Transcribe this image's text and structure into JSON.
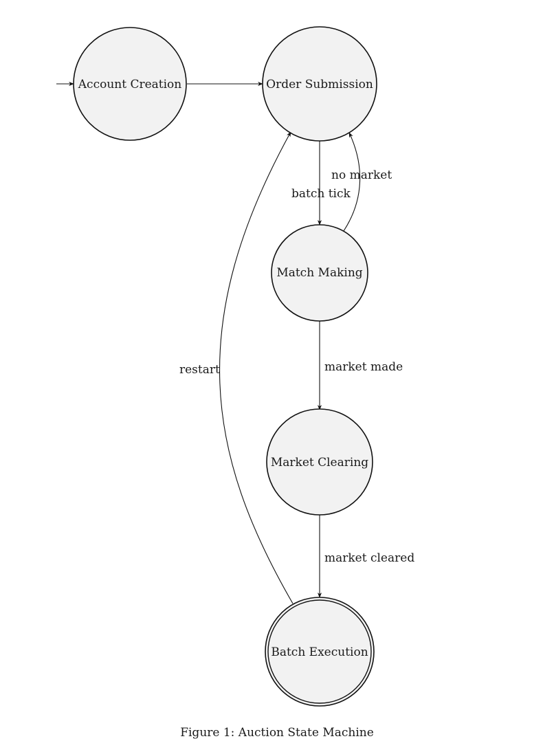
{
  "states": {
    "account_creation": "Account Creation",
    "order_submission": "Order Submission",
    "match_making": "Match Making",
    "market_clearing": "Market Clearing",
    "batch_execution": "Batch Execution"
  },
  "transitions": {
    "batch_tick": "batch tick",
    "no_market": "no market",
    "market_made": "market made",
    "market_cleared": "market cleared",
    "restart": "restart"
  },
  "initial_state": "account_creation",
  "accepting_state": "batch_execution",
  "caption": "Figure 1: Auction State Machine"
}
